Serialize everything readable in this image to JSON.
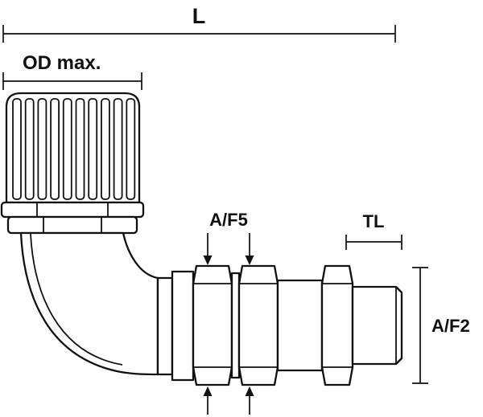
{
  "colors": {
    "line": "#111111",
    "background": "#ffffff"
  },
  "dimensions": {
    "overall_length": {
      "label": "L"
    },
    "od_max": {
      "label": "OD max."
    },
    "across_flats_nuts": {
      "label": "A/F5"
    },
    "thread_length": {
      "label": "TL"
    },
    "across_flats_spanner": {
      "label": "A/F2"
    }
  }
}
